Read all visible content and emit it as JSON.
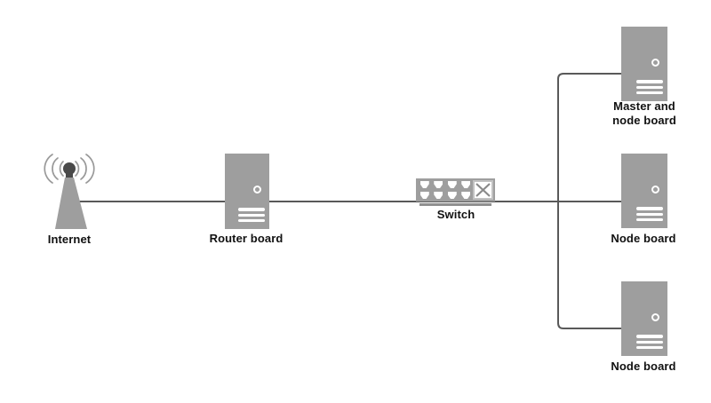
{
  "diagram": {
    "type": "network-topology",
    "background": "#ffffff",
    "colors": {
      "node_body": "#9e9e9e",
      "antenna_dark": "#4a4a4a",
      "connection_line": "#595959",
      "radio_wave": "#999999",
      "label_text": "#111111",
      "node_detail_white": "#ffffff",
      "switch_stand": "#8f8f8f"
    },
    "nodes": {
      "internet": {
        "label": "Internet",
        "icon": "antenna-icon"
      },
      "router": {
        "label": "Router board",
        "icon": "server-tower-icon"
      },
      "switch": {
        "label": "Switch",
        "icon": "switch-icon",
        "ports": 8
      },
      "master": {
        "label": "Master and node board",
        "icon": "server-tower-icon"
      },
      "node_middle": {
        "label": "Node board",
        "icon": "server-tower-icon"
      },
      "node_bottom": {
        "label": "Node board",
        "icon": "server-tower-icon"
      }
    },
    "connections": [
      {
        "from": "internet",
        "to": "router"
      },
      {
        "from": "router",
        "to": "switch"
      },
      {
        "from": "switch",
        "to": "master"
      },
      {
        "from": "switch",
        "to": "node_middle"
      },
      {
        "from": "switch",
        "to": "node_bottom"
      }
    ]
  }
}
